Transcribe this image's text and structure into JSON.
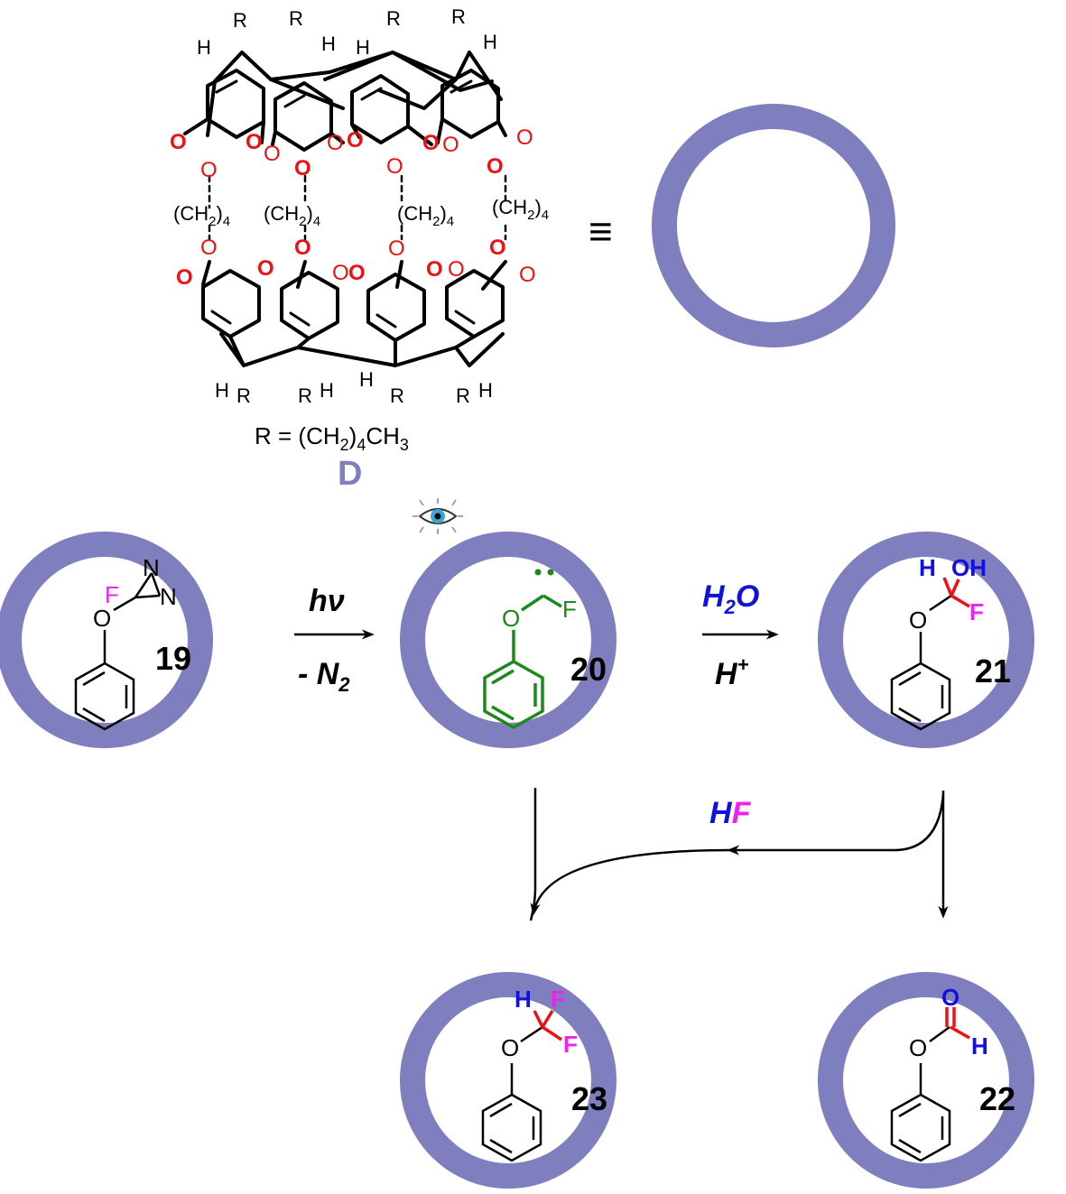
{
  "colors": {
    "ring": "#7f7fbf",
    "bond": "#000000",
    "oxygen": "#ee1111",
    "fluorine": "#ee22ee",
    "hydrogen_oxygen_label": "#1111dd",
    "carbene": "#1a8a1a",
    "eye": "#3aa6d8"
  },
  "cavitand": {
    "label": "D",
    "r_definition": {
      "prefix": "R = (CH",
      "sub": "2",
      "mid": ")",
      "sub2": "4",
      "tail": "CH",
      "sub3": "3"
    },
    "linker": {
      "text": "(CH",
      "sub": "2",
      "close": ")",
      "count": "4"
    },
    "top_substituents": [
      "H",
      "R",
      "R",
      "H",
      "H",
      "R",
      "R",
      "H"
    ],
    "bottom_substituents": [
      "H",
      "R",
      "R",
      "H",
      "H",
      "R",
      "R",
      "H"
    ],
    "oxygen_symbol": "O",
    "equivalence_symbol": "≡"
  },
  "reactions": {
    "step1": {
      "above": "hν",
      "below_prefix": "- N",
      "below_sub": "2"
    },
    "step2": {
      "above_h": "H",
      "above_sub": "2",
      "above_o": "O",
      "below_h": "H",
      "below_sup": "+"
    },
    "step3": {
      "h": "H",
      "f": "F"
    }
  },
  "compounds": [
    {
      "id": "19",
      "atoms": [
        "F",
        "N",
        "N",
        "O"
      ]
    },
    {
      "id": "20",
      "atoms": [
        "O",
        "F"
      ]
    },
    {
      "id": "21",
      "atoms": [
        "H",
        "OH",
        "O",
        "F"
      ]
    },
    {
      "id": "23",
      "atoms": [
        "H",
        "F",
        "O",
        "F"
      ]
    },
    {
      "id": "22",
      "atoms": [
        "O",
        "O",
        "H"
      ]
    }
  ]
}
